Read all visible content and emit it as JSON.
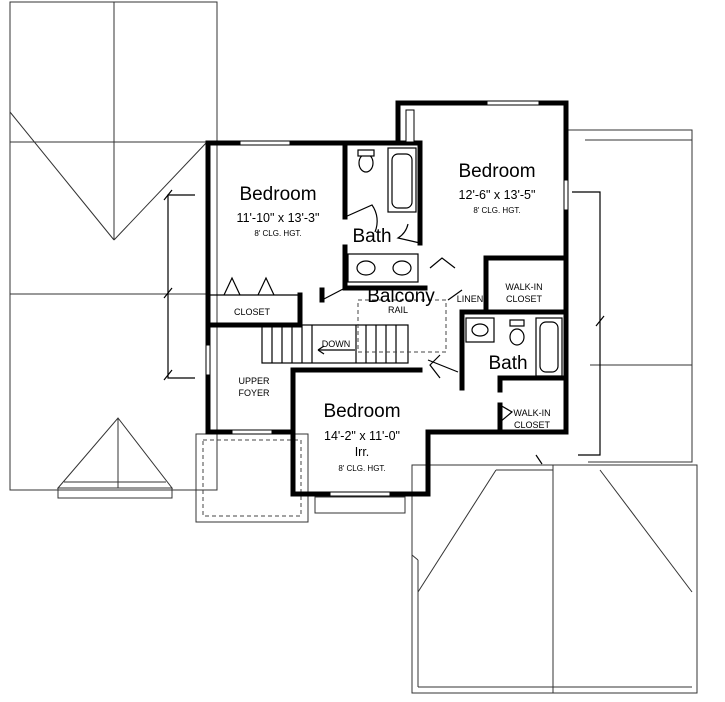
{
  "rooms": {
    "bedroom_left": {
      "name": "Bedroom",
      "dims": "11'-10\" x 13'-3\"",
      "ceiling": "8' CLG. HGT."
    },
    "bedroom_right": {
      "name": "Bedroom",
      "dims": "12'-6\" x 13'-5\"",
      "ceiling": "8' CLG. HGT."
    },
    "bedroom_bottom": {
      "name": "Bedroom",
      "dims": "14'-2\" x 11'-0\"",
      "extra": "Irr.",
      "ceiling": "8' CLG. HGT."
    },
    "bath_upper": {
      "name": "Bath"
    },
    "bath_lower": {
      "name": "Bath"
    },
    "balcony": {
      "name": "Balcony",
      "rail": "RAIL"
    },
    "closet": {
      "name": "CLOSET"
    },
    "linen": {
      "name": "LINEN"
    },
    "walkin_upper": {
      "line1": "WALK-IN",
      "line2": "CLOSET"
    },
    "walkin_lower": {
      "line1": "WALK-IN",
      "line2": "CLOSET"
    },
    "upper_foyer": {
      "line1": "UPPER",
      "line2": "FOYER"
    },
    "stairs": {
      "label": "DOWN"
    }
  }
}
